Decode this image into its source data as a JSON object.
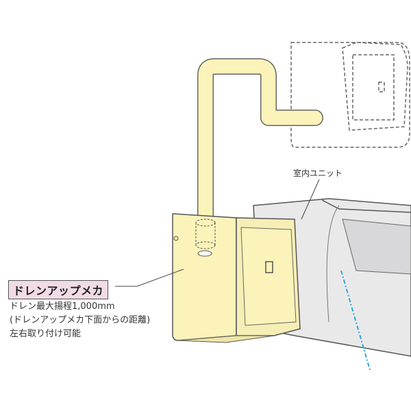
{
  "labels": {
    "indoor_unit": "室内ユニット",
    "drain_mechanism": "ドレンアップメカ",
    "description": [
      "ドレン最大揚程1,000mm",
      "(ドレンアップメカ下面からの距離)",
      "左右取り付け可能"
    ]
  },
  "colors": {
    "pipe": "#fbf3b9",
    "label_bg": "#f1dbe6",
    "accent_line": "#2aa7d8"
  }
}
